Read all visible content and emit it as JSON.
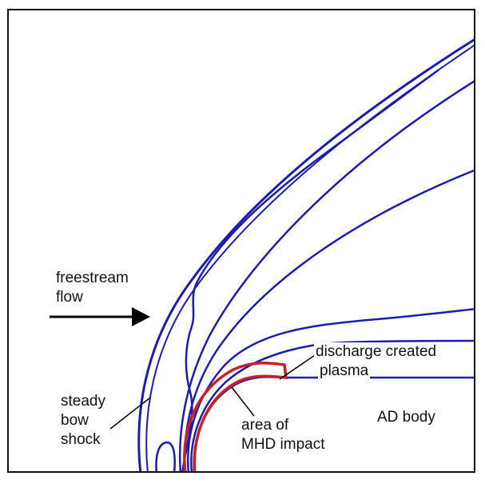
{
  "labels": {
    "freestream_line1": "freestream",
    "freestream_line2": "flow",
    "bow_line1": "steady",
    "bow_line2": "bow",
    "bow_line3": "shock",
    "discharge_line1": "discharge created",
    "discharge_line2": "plasma",
    "impact_line1": "area of",
    "impact_line2": "MHD impact",
    "body": "AD body"
  },
  "colors": {
    "frame": "#111111",
    "stream": "#1c1cb0",
    "plasma": "#c8202a",
    "arrow": "#000000",
    "text": "#111111",
    "background": "#ffffff"
  }
}
